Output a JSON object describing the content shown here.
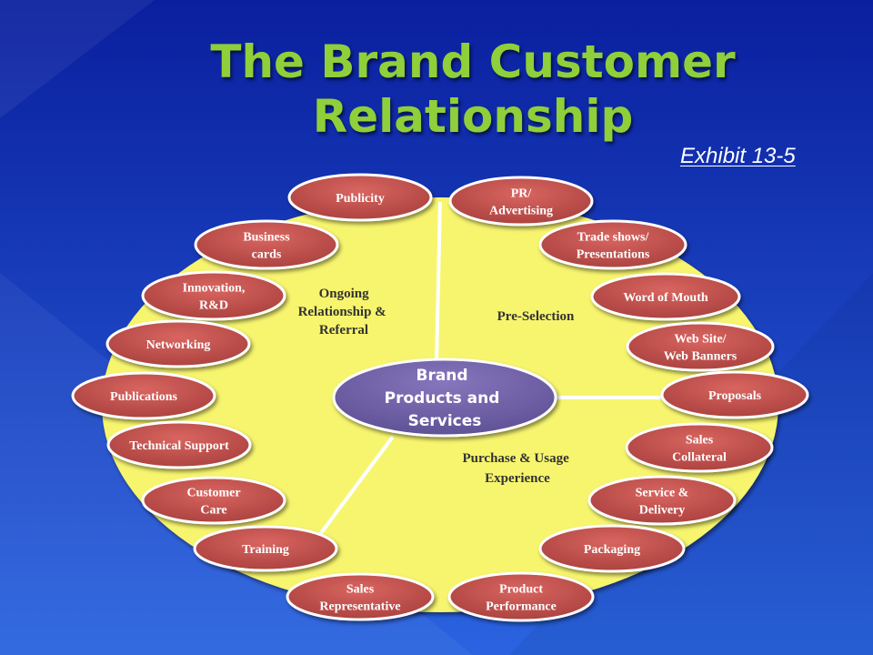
{
  "title_line1": "The Brand Customer",
  "title_line2": "Relationship",
  "exhibit": "Exhibit 13-5",
  "center": [
    "Brand",
    "Products and",
    "Services"
  ],
  "sectors": {
    "ongoing": [
      "Ongoing",
      "Relationship &",
      "Referral"
    ],
    "preselection": [
      "Pre-Selection"
    ],
    "purchase": [
      "Purchase & Usage",
      "Experience"
    ]
  },
  "touchpoints": [
    {
      "id": "publicity",
      "lines": [
        "Publicity"
      ]
    },
    {
      "id": "pr-advertising",
      "lines": [
        "PR/",
        "Advertising"
      ]
    },
    {
      "id": "business-cards",
      "lines": [
        "Business",
        "cards"
      ]
    },
    {
      "id": "trade-shows",
      "lines": [
        "Trade shows/",
        "Presentations"
      ]
    },
    {
      "id": "innovation",
      "lines": [
        "Innovation,",
        "R&D"
      ]
    },
    {
      "id": "word-of-mouth",
      "lines": [
        "Word of Mouth"
      ]
    },
    {
      "id": "networking",
      "lines": [
        "Networking"
      ]
    },
    {
      "id": "web-site",
      "lines": [
        "Web Site/",
        "Web Banners"
      ]
    },
    {
      "id": "publications",
      "lines": [
        "Publications"
      ]
    },
    {
      "id": "proposals",
      "lines": [
        "Proposals"
      ]
    },
    {
      "id": "technical-support",
      "lines": [
        "Technical Support"
      ]
    },
    {
      "id": "sales-collateral",
      "lines": [
        "Sales",
        "Collateral"
      ]
    },
    {
      "id": "customer-care",
      "lines": [
        "Customer",
        "Care"
      ]
    },
    {
      "id": "service-delivery",
      "lines": [
        "Service &",
        "Delivery"
      ]
    },
    {
      "id": "training",
      "lines": [
        "Training"
      ]
    },
    {
      "id": "packaging",
      "lines": [
        "Packaging"
      ]
    },
    {
      "id": "sales-representative",
      "lines": [
        "Sales",
        "Representative"
      ]
    },
    {
      "id": "product-performance",
      "lines": [
        "Product",
        "Performance"
      ]
    }
  ],
  "colors": {
    "background_top": "#0a1f9e",
    "background_bottom": "#2a63e0",
    "title": "#8fcf3a",
    "circle": "#f7f56e",
    "pill": "#c0504d",
    "center": "#7060a6"
  }
}
